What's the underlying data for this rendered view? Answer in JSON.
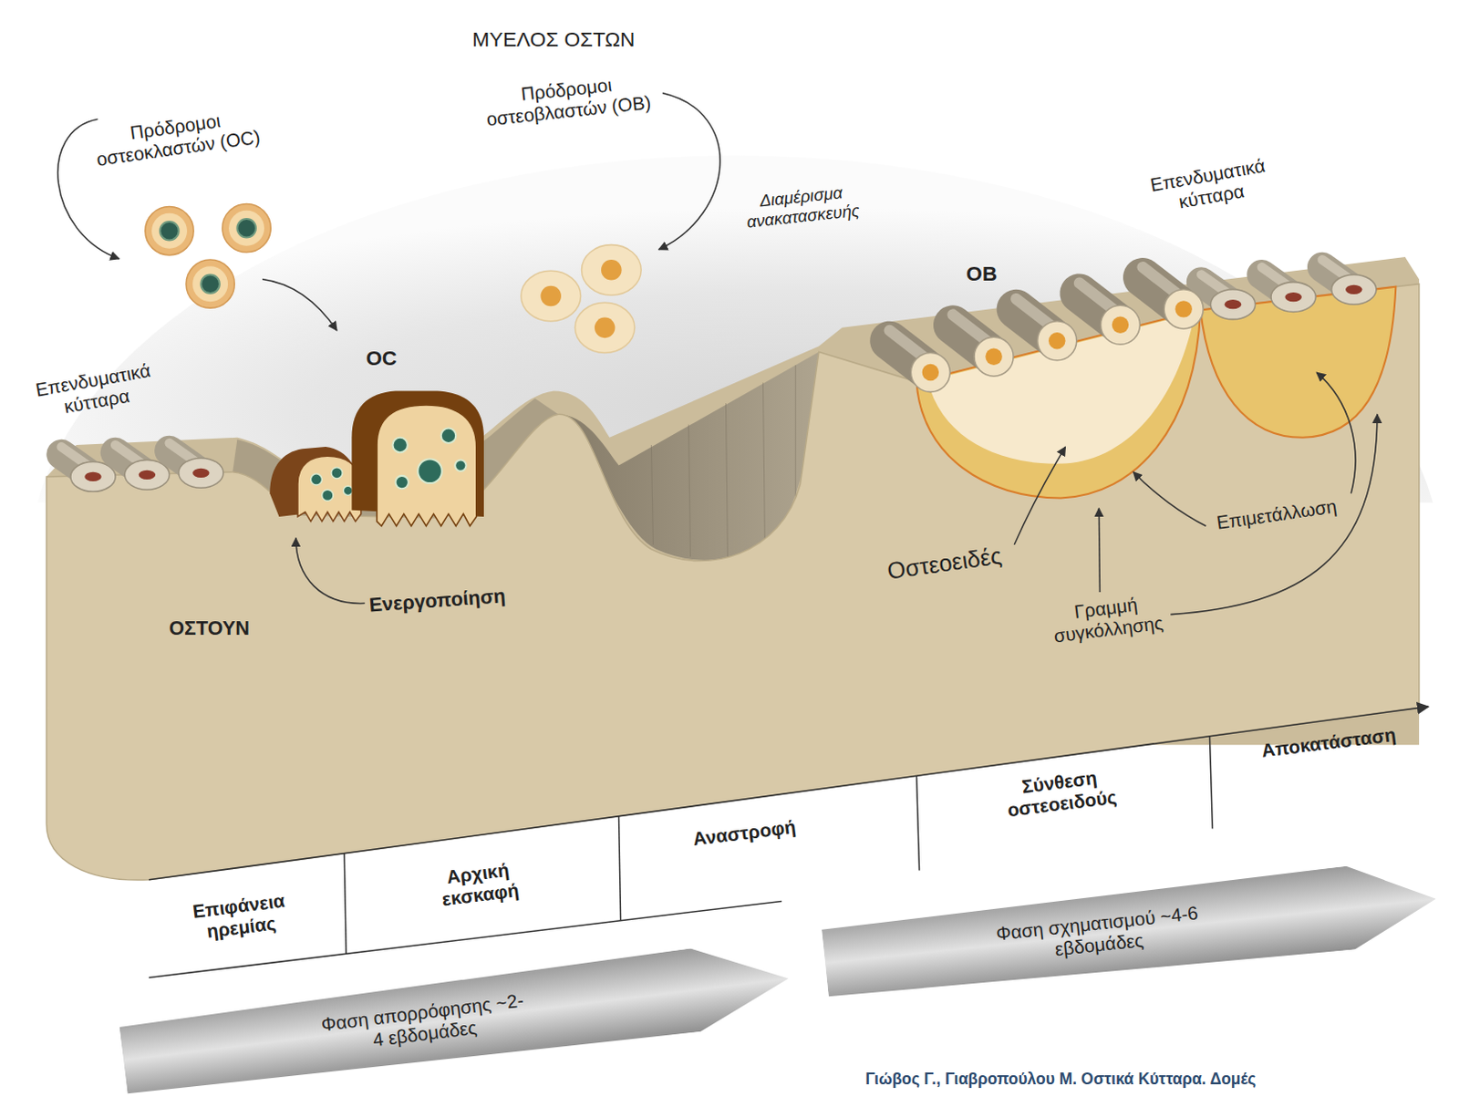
{
  "diagram": {
    "caption": "Γιώβος Γ., Γιαβροπούλου Μ. Οστικά Κύτταρα. Δομές",
    "nodes": [
      {
        "text": [
          "Φαση απορρόφησης ~2-4 εβδομάδες"
        ]
      },
      {
        "text": [
          "Φαση σχηματισμού ~4-6 εβδομάδες"
        ]
      }
    ],
    "labels": [
      "ΜΥΕΛΟΣ ΟΣΤΩΝ",
      "Πρόδρομοι οστεοκλαστών (OC)",
      "Πρόδρομοι οστεοβλαστών (OB)",
      "Διαμέρισμα ανακατασκευής",
      "Επενδυματικά κύτταρα",
      "OC",
      "Επενδυματικά κύτταρα",
      "OB",
      "ΟΣΤΟΥΝ",
      "Ενεργοποίηση",
      "Οστεοειδές",
      "Επιμετάλλωση",
      "Γραμμή συγκόλλησης",
      "Επιφάνεια ηρεμίας",
      "Αρχική εκσκαφή",
      "Αναστροφή",
      "Σύνθεση οστεοειδούς",
      "Αποκατάσταση"
    ]
  }
}
